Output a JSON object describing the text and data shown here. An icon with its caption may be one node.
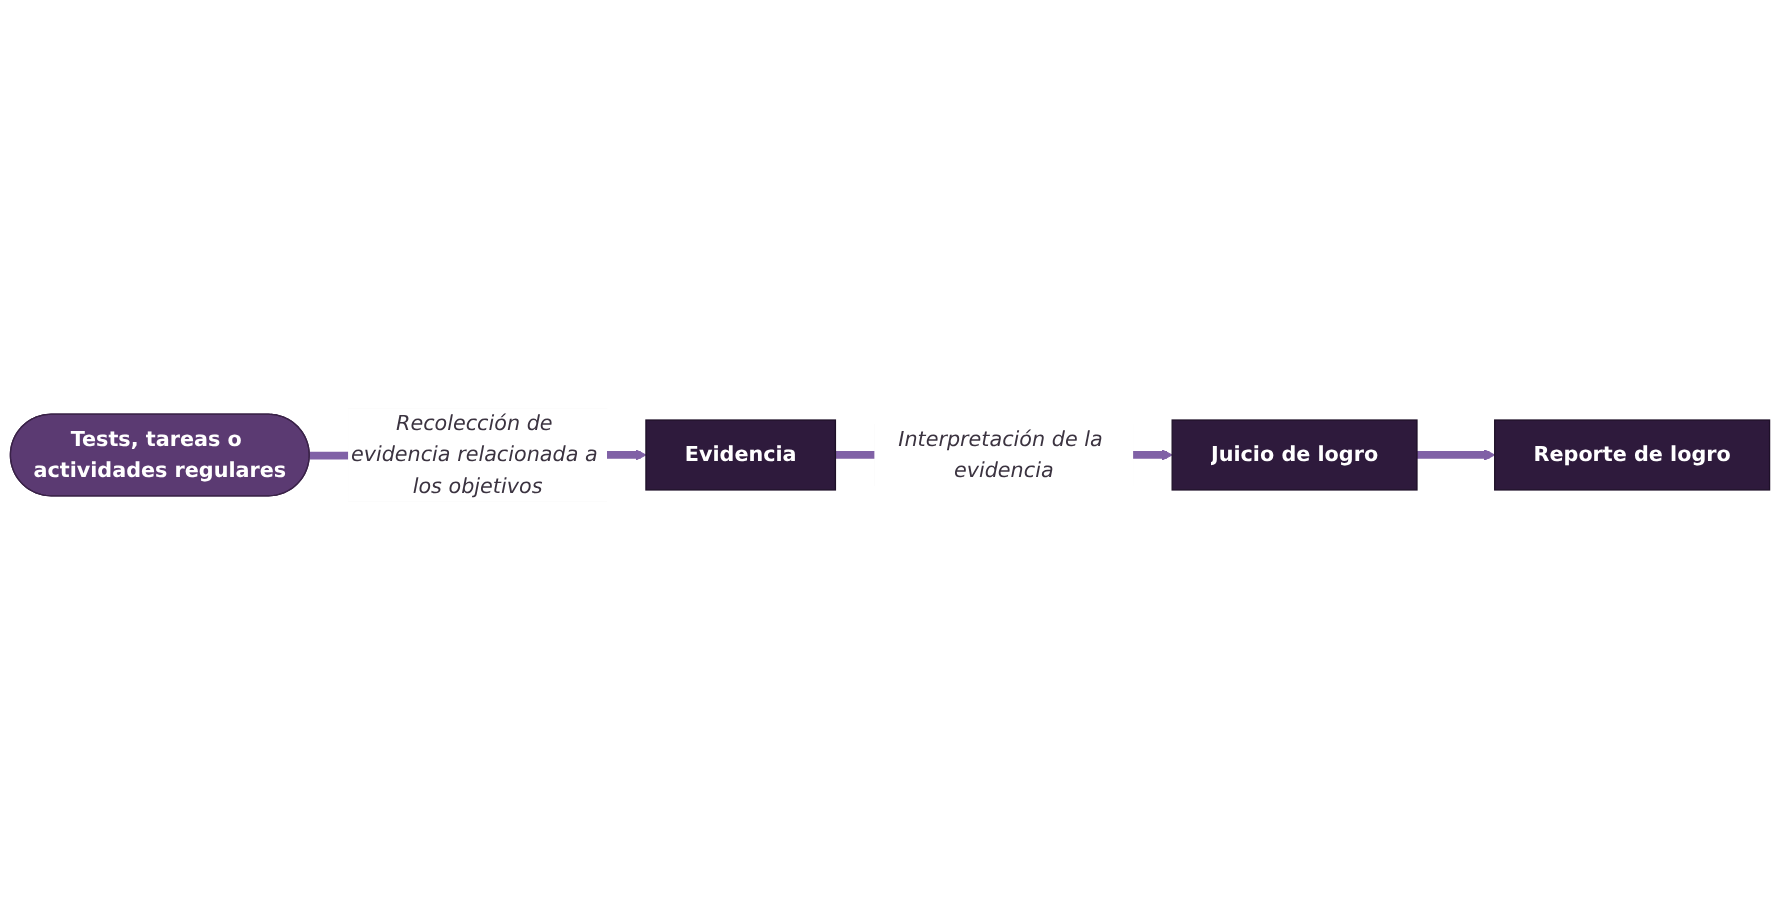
{
  "diagram": {
    "nodes": [
      {
        "text": [
          "Tests, tareas o actividades regulares"
        ]
      },
      {
        "text": [
          "Evidencia"
        ]
      },
      {
        "text": [
          "Juicio de logro"
        ]
      },
      {
        "text": [
          "Reporte de logro"
        ]
      }
    ],
    "edges": [
      {
        "from": 0,
        "to": 1,
        "arrow": "to",
        "label": "Recolección de evidencia relacionada a los objetivos"
      },
      {
        "from": 1,
        "to": 2,
        "arrow": "to",
        "label": "Interpretación de la evidencia"
      },
      {
        "from": 2,
        "to": 3,
        "arrow": "to"
      }
    ]
  }
}
